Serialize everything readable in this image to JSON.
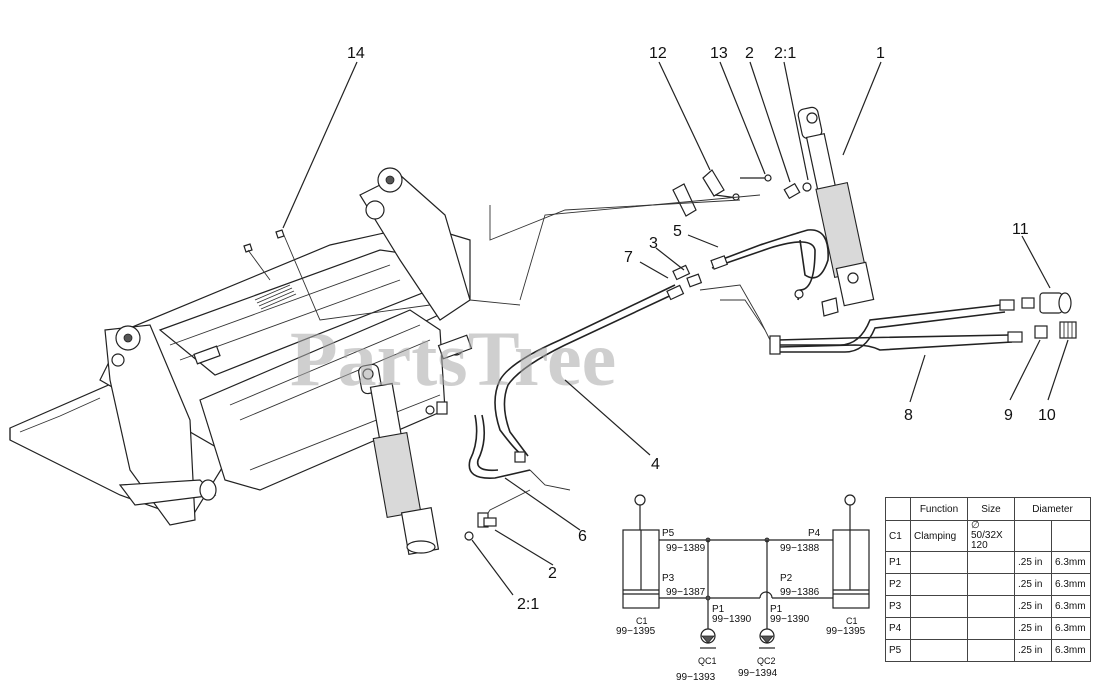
{
  "watermark": "PartsTree",
  "callouts": [
    {
      "id": "c14",
      "text": "14"
    },
    {
      "id": "c12",
      "text": "12"
    },
    {
      "id": "c13",
      "text": "13"
    },
    {
      "id": "c2a",
      "text": "2"
    },
    {
      "id": "c21a",
      "text": "2:1"
    },
    {
      "id": "c1",
      "text": "1"
    },
    {
      "id": "c5",
      "text": "5"
    },
    {
      "id": "c3",
      "text": "3"
    },
    {
      "id": "c7",
      "text": "7"
    },
    {
      "id": "c11",
      "text": "11"
    },
    {
      "id": "c8",
      "text": "8"
    },
    {
      "id": "c9",
      "text": "9"
    },
    {
      "id": "c10",
      "text": "10"
    },
    {
      "id": "c4",
      "text": "4"
    },
    {
      "id": "c6",
      "text": "6"
    },
    {
      "id": "c2b",
      "text": "2"
    },
    {
      "id": "c21b",
      "text": "2:1"
    }
  ],
  "schematic": {
    "p5": "P5",
    "p5_part": "99−1389",
    "p4": "P4",
    "p4_part": "99−1388",
    "p3": "P3",
    "p3_part": "99−1387",
    "p2": "P2",
    "p2_part": "99−1386",
    "p1_left": "P1",
    "p1_left_part": "99−1390",
    "p1_right": "P1",
    "p1_right_part": "99−1390",
    "c1_left": "C1",
    "c1_left_part": "99−1395",
    "c1_right": "C1",
    "c1_right_part": "99−1395",
    "qc1": "QC1",
    "qc1_part": "99−1393",
    "qc2": "QC2",
    "qc2_part": "99−1394"
  },
  "spec_table": {
    "headers": [
      "",
      "Function",
      "Size",
      "Diameter"
    ],
    "rows": [
      {
        "id": "C1",
        "function": "Clamping",
        "size": "∅ 50/32X 120",
        "dia_in": "",
        "dia_mm": ""
      },
      {
        "id": "P1",
        "function": "",
        "size": "",
        "dia_in": ".25 in",
        "dia_mm": "6.3mm"
      },
      {
        "id": "P2",
        "function": "",
        "size": "",
        "dia_in": ".25 in",
        "dia_mm": "6.3mm"
      },
      {
        "id": "P3",
        "function": "",
        "size": "",
        "dia_in": ".25 in",
        "dia_mm": "6.3mm"
      },
      {
        "id": "P4",
        "function": "",
        "size": "",
        "dia_in": ".25 in",
        "dia_mm": "6.3mm"
      },
      {
        "id": "P5",
        "function": "",
        "size": "",
        "dia_in": ".25 in",
        "dia_mm": "6.3mm"
      }
    ]
  }
}
